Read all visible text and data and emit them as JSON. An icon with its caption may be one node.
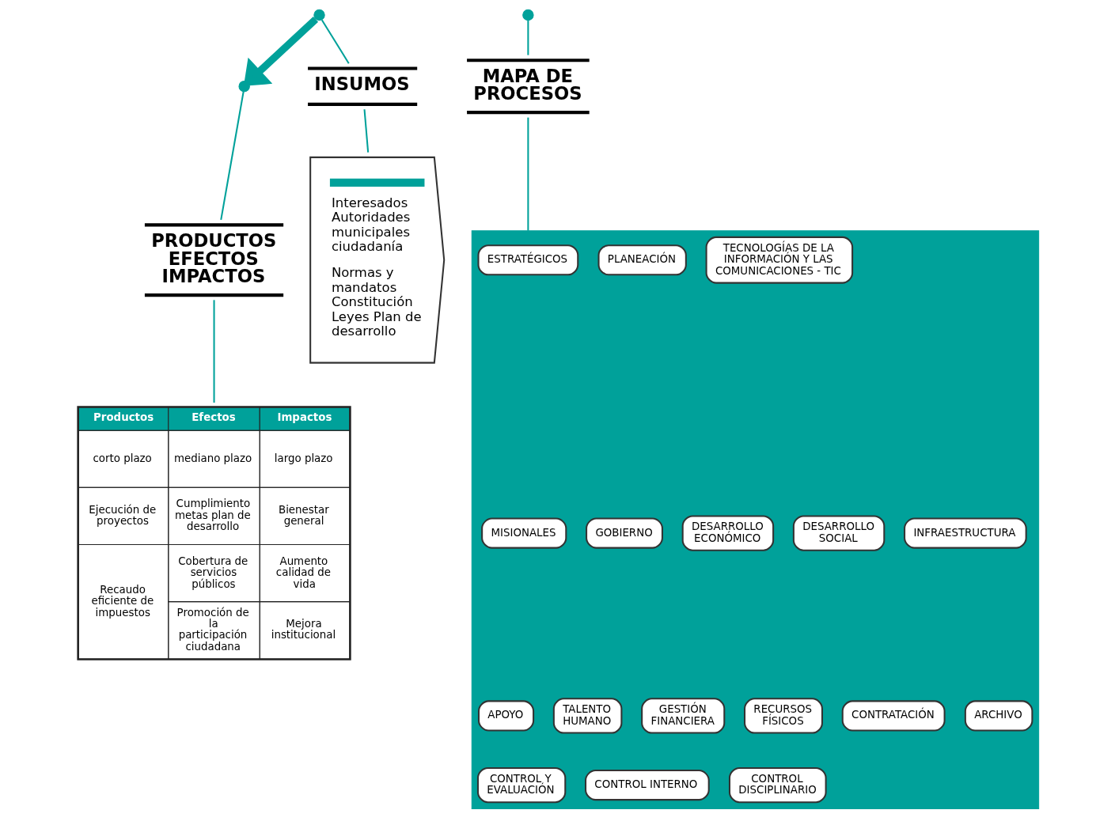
{
  "diagram": {
    "nodes": [
      {
        "text": [],
        "shape": "circle"
      },
      {
        "text": [],
        "shape": "circle"
      },
      {
        "text": [],
        "shape": "circle"
      },
      {
        "text": [
          "INSUMOS"
        ]
      },
      {
        "text": [
          "MAPA DE PROCESOS"
        ]
      },
      {
        "text": [
          "PRODUCTOS EFECTOS IMPACTOS"
        ]
      },
      {
        "text": [
          "Interesados Autoridades municipales ciudadanía",
          "Normas y mandatos Constitución Leyes Plan de desarrollo"
        ]
      },
      {
        "text": [],
        "shape": "arrow"
      },
      {
        "text": [
          "ESTRATÉGICOS"
        ],
        "in": 7
      },
      {
        "text": [
          "PLANEACIÓN"
        ],
        "in": 7
      },
      {
        "text": [
          "TECNOLOGÍAS DE LA INFORMACIÓN Y LAS COMUNICACIONES - TIC"
        ],
        "in": 7
      },
      {
        "text": [
          "MISIONALES"
        ],
        "in": 7
      },
      {
        "text": [
          "GOBIERNO"
        ],
        "in": 7
      },
      {
        "text": [
          "DESARROLLO ECONÓMICO"
        ],
        "in": 7
      },
      {
        "text": [
          "DESARROLLO SOCIAL"
        ],
        "in": 7
      },
      {
        "text": [
          "INFRAESTRUCTURA"
        ],
        "in": 7
      },
      {
        "text": [
          "APOYO"
        ],
        "in": 7
      },
      {
        "text": [
          "TALENTO HUMANO"
        ],
        "in": 7
      },
      {
        "text": [
          "GESTIÓN FINANCIERA"
        ],
        "in": 7
      },
      {
        "text": [
          "RECURSOS FÍSICOS"
        ],
        "in": 7
      },
      {
        "text": [
          "CONTRATACIÓN"
        ],
        "in": 7
      },
      {
        "text": [
          "ARCHIVO"
        ],
        "in": 7
      },
      {
        "text": [
          "CONTROL Y EVALUACIÓN"
        ],
        "in": 7
      },
      {
        "text": [
          "CONTROL INTERNO"
        ],
        "in": 7
      },
      {
        "text": [
          "CONTROL DISCIPLINARIO"
        ],
        "in": 7
      },
      {
        "text": [
          "Productos",
          "Efectos",
          "Impactos",
          "corto plazo",
          "mediano plazo",
          "largo plazo",
          "Ejecución de proyectos",
          "Cumplimiento metas plan de desarrollo",
          "Bienestar general",
          "Recaudo eficiente de impuestos",
          "Cobertura de servicios públicos",
          "Aumento calidad de vida",
          "Promoción de la participación ciudadana",
          "Mejora institucional"
        ]
      }
    ],
    "edges": [
      {
        "from": 0,
        "to": 2,
        "arrow": "to",
        "style": "thick"
      },
      {
        "from": 0,
        "to": 3,
        "arrow": "none"
      },
      {
        "from": 3,
        "to": 6,
        "arrow": "none"
      },
      {
        "from": 1,
        "to": 4,
        "arrow": "none"
      },
      {
        "from": 4,
        "to": 7,
        "arrow": "none"
      },
      {
        "from": 2,
        "to": 5,
        "arrow": "none"
      },
      {
        "from": 5,
        "to": 25,
        "arrow": "none"
      }
    ]
  }
}
